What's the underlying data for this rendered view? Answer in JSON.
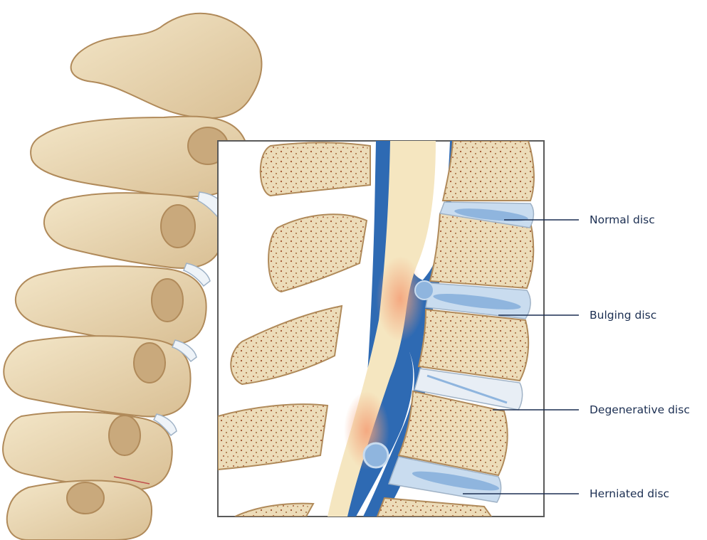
{
  "labels": {
    "normal": "Normal disc",
    "bulging": "Bulging disc",
    "degenerative": "Degenerative disc",
    "herniated": "Herniated disc"
  },
  "colors": {
    "bone": "#ecdcb9",
    "bone_dark": "#c9a97c",
    "bone_outline": "#b08a5a",
    "marrow_dot": "#a0522d",
    "csf": "#2e6ab3",
    "cord": "#f5e6c0",
    "inflammation": "#f4a27a",
    "disc": "#8fb5de",
    "disc_light": "#c9dcef",
    "leader": "#1c2f52",
    "inset_border": "#5a5a5a"
  }
}
